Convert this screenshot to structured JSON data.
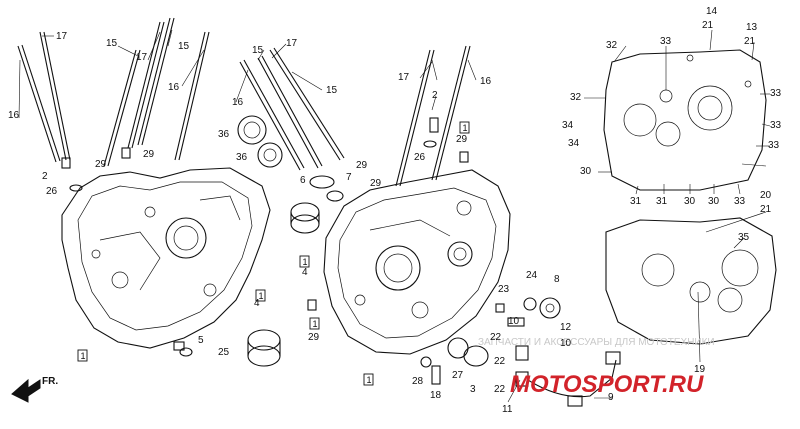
{
  "direction_label": "FR.",
  "watermark_text": "ЗАПЧАСТИ И АКСЕССУАРЫ ДЛЯ МОТОТЕХНИКИ",
  "logo_text": "MOTOSPORT.RU",
  "colors": {
    "line": "#111111",
    "watermark": "#c8c8c8",
    "brand": "#d2232a"
  },
  "callouts": [
    {
      "id": "c1",
      "text": "17"
    },
    {
      "id": "c2",
      "text": "16"
    },
    {
      "id": "c3",
      "text": "15"
    },
    {
      "id": "c4",
      "text": "17"
    },
    {
      "id": "c5",
      "text": "15"
    },
    {
      "id": "c6",
      "text": "16"
    },
    {
      "id": "c7",
      "text": "2"
    },
    {
      "id": "c8",
      "text": "26"
    },
    {
      "id": "c9",
      "text": "29"
    },
    {
      "id": "c10",
      "text": "29"
    },
    {
      "id": "c11",
      "text": "15"
    },
    {
      "id": "c12",
      "text": "17"
    },
    {
      "id": "c13",
      "text": "15"
    },
    {
      "id": "c14",
      "text": "16"
    },
    {
      "id": "c15",
      "text": "36"
    },
    {
      "id": "c16",
      "text": "36"
    },
    {
      "id": "c17",
      "text": "6"
    },
    {
      "id": "c18",
      "text": "7"
    },
    {
      "id": "c19",
      "text": "29"
    },
    {
      "id": "c20",
      "text": "4"
    },
    {
      "id": "c21",
      "text": "4"
    },
    {
      "id": "c22",
      "text": "29"
    },
    {
      "id": "c23",
      "text": "5"
    },
    {
      "id": "c24",
      "text": "25"
    },
    {
      "id": "c25",
      "text": "17"
    },
    {
      "id": "c26",
      "text": "16"
    },
    {
      "id": "c27",
      "text": "2"
    },
    {
      "id": "c28",
      "text": "26"
    },
    {
      "id": "c29",
      "text": "29"
    },
    {
      "id": "c30",
      "text": "29"
    },
    {
      "id": "c31",
      "text": "24"
    },
    {
      "id": "c32",
      "text": "8"
    },
    {
      "id": "c33",
      "text": "23"
    },
    {
      "id": "c34",
      "text": "10"
    },
    {
      "id": "c35",
      "text": "12"
    },
    {
      "id": "c36",
      "text": "22"
    },
    {
      "id": "c37",
      "text": "10"
    },
    {
      "id": "c38",
      "text": "22"
    },
    {
      "id": "c39",
      "text": "28"
    },
    {
      "id": "c40",
      "text": "27"
    },
    {
      "id": "c41",
      "text": "3"
    },
    {
      "id": "c42",
      "text": "22"
    },
    {
      "id": "c43",
      "text": "18"
    },
    {
      "id": "c44",
      "text": "11"
    },
    {
      "id": "c45",
      "text": "9"
    },
    {
      "id": "c46",
      "text": "14"
    },
    {
      "id": "c47",
      "text": "21"
    },
    {
      "id": "c48",
      "text": "13"
    },
    {
      "id": "c49",
      "text": "21"
    },
    {
      "id": "c50",
      "text": "32"
    },
    {
      "id": "c51",
      "text": "33"
    },
    {
      "id": "c52",
      "text": "32"
    },
    {
      "id": "c53",
      "text": "33"
    },
    {
      "id": "c54",
      "text": "34"
    },
    {
      "id": "c55",
      "text": "33"
    },
    {
      "id": "c56",
      "text": "34"
    },
    {
      "id": "c57",
      "text": "33"
    },
    {
      "id": "c58",
      "text": "30"
    },
    {
      "id": "c59",
      "text": "31"
    },
    {
      "id": "c60",
      "text": "31"
    },
    {
      "id": "c61",
      "text": "30"
    },
    {
      "id": "c62",
      "text": "30"
    },
    {
      "id": "c63",
      "text": "33"
    },
    {
      "id": "c64",
      "text": "20"
    },
    {
      "id": "c65",
      "text": "21"
    },
    {
      "id": "c66",
      "text": "35"
    },
    {
      "id": "c67",
      "text": "19"
    }
  ],
  "boxed_refs": [
    {
      "id": "b1",
      "text": "1"
    },
    {
      "id": "b2",
      "text": "1"
    },
    {
      "id": "b3",
      "text": "1"
    },
    {
      "id": "b4",
      "text": "1"
    },
    {
      "id": "b5",
      "text": "1"
    },
    {
      "id": "b6",
      "text": "1"
    }
  ]
}
